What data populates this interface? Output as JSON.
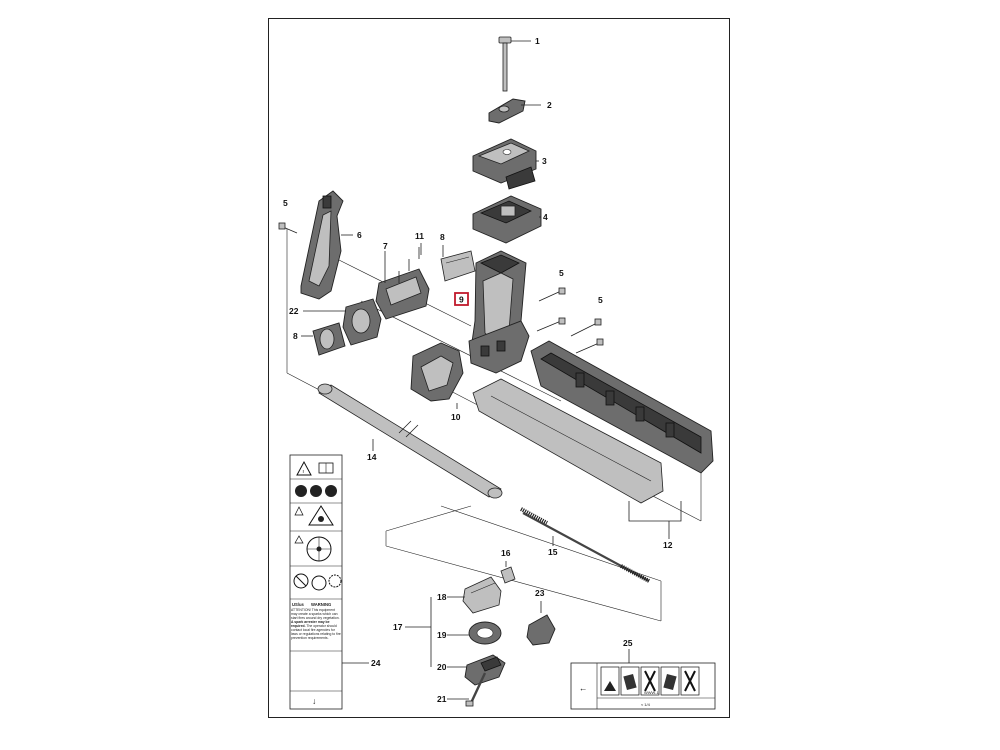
{
  "diagram": {
    "callouts": [
      {
        "id": "c1",
        "text": "1"
      },
      {
        "id": "c2",
        "text": "2"
      },
      {
        "id": "c3",
        "text": "3"
      },
      {
        "id": "c4",
        "text": "4"
      },
      {
        "id": "c5a",
        "text": "5"
      },
      {
        "id": "c5b",
        "text": "5"
      },
      {
        "id": "c5c",
        "text": "5"
      },
      {
        "id": "c6",
        "text": "6"
      },
      {
        "id": "c7",
        "text": "7"
      },
      {
        "id": "c8a",
        "text": "8"
      },
      {
        "id": "c8b",
        "text": "8"
      },
      {
        "id": "c9",
        "text": "9"
      },
      {
        "id": "c10",
        "text": "10"
      },
      {
        "id": "c11",
        "text": "11"
      },
      {
        "id": "c12",
        "text": "12"
      },
      {
        "id": "c14",
        "text": "14"
      },
      {
        "id": "c15",
        "text": "15"
      },
      {
        "id": "c16",
        "text": "16"
      },
      {
        "id": "c17",
        "text": "17"
      },
      {
        "id": "c18",
        "text": "18"
      },
      {
        "id": "c19",
        "text": "19"
      },
      {
        "id": "c20",
        "text": "20"
      },
      {
        "id": "c21",
        "text": "21"
      },
      {
        "id": "c22",
        "text": "22"
      },
      {
        "id": "c23",
        "text": "23"
      },
      {
        "id": "c24",
        "text": "24"
      },
      {
        "id": "c25",
        "text": "25"
      }
    ],
    "highlighted_callout": "9",
    "decal_24": {
      "line1": "ATTENTION! This equipment may create a sparks which can start fires around dry vegetation.",
      "line2": "A spark arrester may be required.",
      "line3": "The operator should contact local fire agencies for laws or regulations relating to fire prevention requirements.",
      "warning_label": "WARNING",
      "lang": "US/us",
      "arrow": "↓"
    },
    "decal_25": {
      "arrow": "←",
      "sub_label": "WWW-1",
      "bottom_text": "≈ 1/4"
    }
  }
}
